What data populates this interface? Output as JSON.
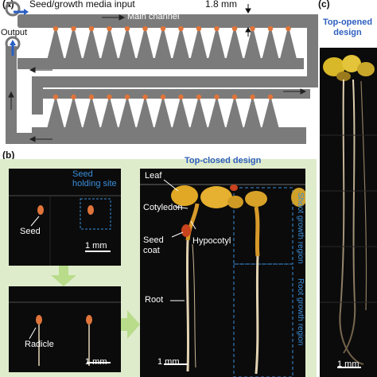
{
  "figure": {
    "panel_a": {
      "letter": "(a)",
      "seed_input": "Seed/growth media input",
      "output": "Output",
      "main_channel": "Main channel",
      "dimension": "1.8 mm"
    },
    "panel_b": {
      "letter": "(b)",
      "title": "Top-closed design",
      "seed_holding_site": "Seed holding site",
      "seed": "Seed",
      "radicle": "Radicle",
      "scale_1": "1 mm",
      "scale_2": "1 mm",
      "scale_3": "1 mm",
      "leaf": "Leaf",
      "cotyledon": "Cotyledon",
      "seed_coat": "Seed coat",
      "hypocotyl": "Hypocotyl",
      "root": "Root",
      "shoot_region": "Shoot growth region",
      "root_region": "Root growth region"
    },
    "panel_c": {
      "letter": "(c)",
      "title": "Top-opened design",
      "scale": "1 mm"
    }
  },
  "colors": {
    "channel": "#7a7a7a",
    "arrow_blue": "#2a5fc4",
    "label_blue": "#3a8ed8",
    "panel_bg": "#dfeccc",
    "seed": "#e0743a"
  },
  "icons": [
    "arrow-right-icon",
    "arrow-left-icon",
    "arrow-up-icon",
    "port-icon",
    "flow-arrow-icon"
  ]
}
